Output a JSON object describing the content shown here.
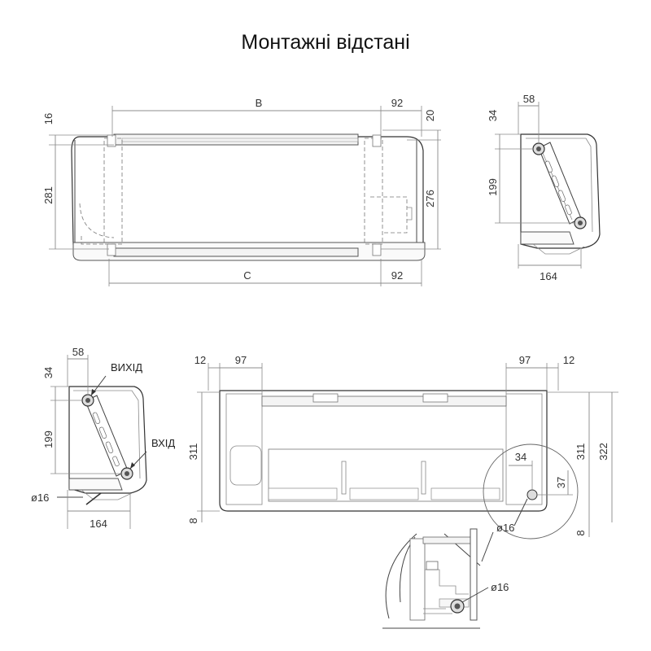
{
  "title": "Монтажні відстані",
  "front_view": {
    "width_top": "B",
    "width_bottom": "C",
    "right_top": "92",
    "right_bottom": "92",
    "left_top": "16",
    "left_height": "281",
    "right_top_small": "20",
    "right_height": "276"
  },
  "side_view_top": {
    "depth_top": "58",
    "top_offset": "34",
    "pipe_span": "199",
    "depth_bottom": "164"
  },
  "side_view_left": {
    "depth_top": "58",
    "top_offset": "34",
    "pipe_span": "199",
    "depth_bottom": "164",
    "outlet_label": "ВИХІД",
    "inlet_label": "ВХІД",
    "hole_diameter": "ø16"
  },
  "back_view": {
    "left_margin": "12",
    "left_offset": "97",
    "right_offset": "97",
    "right_margin": "12",
    "left_height": "311",
    "left_bottom": "8",
    "right_height": "311",
    "right_total": "322",
    "right_bottom": "8",
    "hole_horizontal": "34",
    "hole_vertical": "37",
    "hole_diameter": "ø16"
  },
  "detail_view": {
    "hole_diameter": "ø16"
  }
}
